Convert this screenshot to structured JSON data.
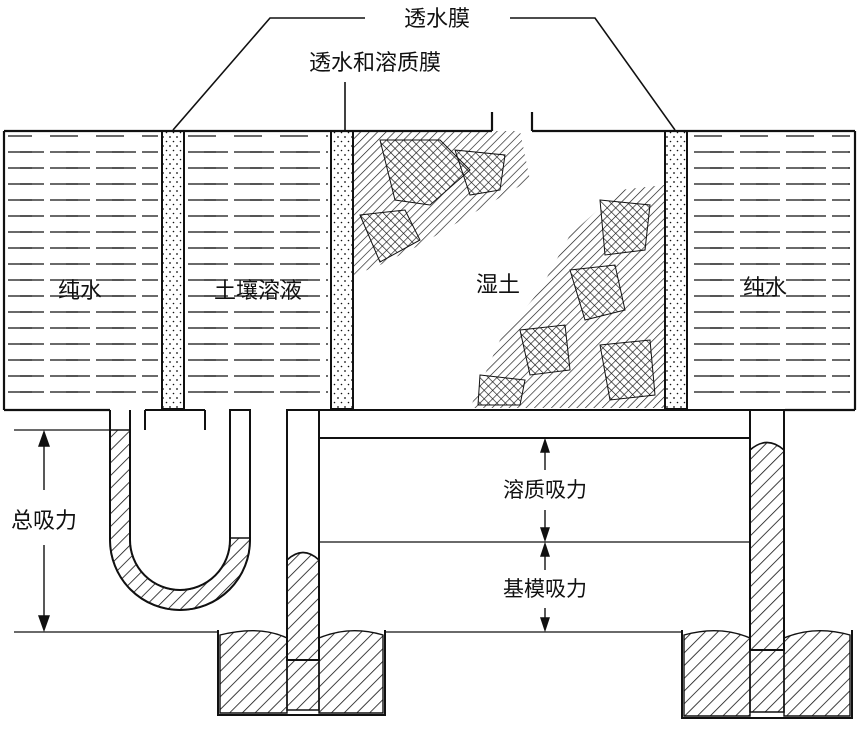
{
  "labels": {
    "water_membrane": "透水膜",
    "water_solute_membrane": "透水和溶质膜",
    "pure_water_left": "纯水",
    "soil_solution": "土壤溶液",
    "wet_soil": "湿土",
    "pure_water_right": "纯水",
    "total_suction": "总吸力",
    "solute_suction": "溶质吸力",
    "matric_suction": "基模吸力"
  },
  "colors": {
    "ink": "#111111",
    "paper": "#ffffff",
    "membrane_fill": "#f4f4f4"
  }
}
